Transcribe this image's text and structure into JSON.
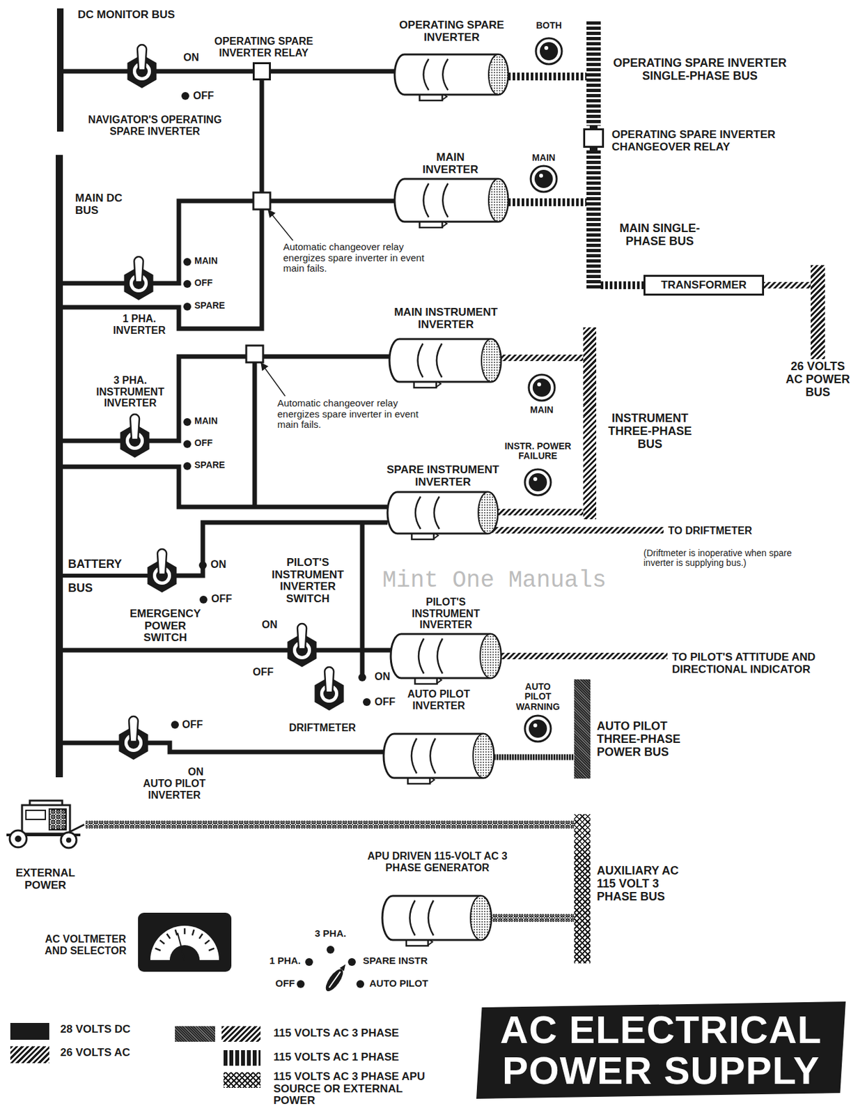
{
  "diagram": {
    "title": "AC ELECTRICAL POWER SUPPLY",
    "nodes": [
      {
        "text": [
          "DC MONITOR BUS"
        ]
      },
      {
        "text": [
          "MAIN DC BUS"
        ]
      },
      {
        "text": [
          "BATTERY",
          "BUS"
        ]
      },
      {
        "text": [
          "OPERATING SPARE INVERTER RELAY"
        ]
      },
      {
        "text": [
          "OPERATING SPARE INVERTER"
        ]
      },
      {
        "text": [
          "OPERATING SPARE INVERTER SINGLE-PHASE BUS"
        ]
      },
      {
        "text": [
          "OPERATING SPARE INVERTER CHANGEOVER RELAY"
        ]
      },
      {
        "text": [
          "MAIN INVERTER"
        ]
      },
      {
        "text": [
          "MAIN SINGLE-PHASE BUS"
        ]
      },
      {
        "text": [
          "TRANSFORMER"
        ]
      },
      {
        "text": [
          "26 VOLTS AC POWER BUS"
        ]
      },
      {
        "text": [
          "MAIN INSTRUMENT INVERTER"
        ]
      },
      {
        "text": [
          "INSTRUMENT THREE-PHASE BUS"
        ]
      },
      {
        "text": [
          "SPARE INSTRUMENT INVERTER"
        ]
      },
      {
        "text": [
          "PILOT'S INSTRUMENT INVERTER"
        ]
      },
      {
        "text": [
          "AUTO PILOT INVERTER"
        ]
      },
      {
        "text": [
          "AUTO PILOT THREE-PHASE POWER BUS"
        ]
      },
      {
        "text": [
          "EXTERNAL POWER"
        ]
      },
      {
        "text": [
          "AUXILIARY AC 115 VOLT 3 PHASE BUS"
        ]
      },
      {
        "text": [
          "APU DRIVEN 115-VOLT AC 3 PHASE GENERATOR"
        ]
      },
      {
        "text": [
          "AC VOLTMETER AND SELECTOR"
        ]
      }
    ],
    "edges": [
      {
        "from": 0,
        "to": 3,
        "arrow": "none"
      },
      {
        "from": 3,
        "to": 4,
        "arrow": "none"
      },
      {
        "from": 1,
        "to": 7,
        "arrow": "none"
      },
      {
        "from": 1,
        "to": 3,
        "arrow": "none"
      },
      {
        "from": 4,
        "to": 5,
        "arrow": "none"
      },
      {
        "from": 7,
        "to": 8,
        "arrow": "none"
      },
      {
        "from": 5,
        "to": 6,
        "arrow": "none"
      },
      {
        "from": 6,
        "to": 8,
        "arrow": "none"
      },
      {
        "from": 8,
        "to": 9,
        "arrow": "none"
      },
      {
        "from": 9,
        "to": 10,
        "arrow": "none"
      },
      {
        "from": 1,
        "to": 11,
        "arrow": "none"
      },
      {
        "from": 1,
        "to": 13,
        "arrow": "none"
      },
      {
        "from": 11,
        "to": 12,
        "arrow": "none"
      },
      {
        "from": 13,
        "to": 12,
        "arrow": "none"
      },
      {
        "from": 2,
        "to": 13,
        "arrow": "none"
      },
      {
        "from": 1,
        "to": 14,
        "arrow": "none"
      },
      {
        "from": 1,
        "to": 15,
        "arrow": "none"
      },
      {
        "from": 15,
        "to": 16,
        "arrow": "none"
      },
      {
        "from": 17,
        "to": 18,
        "arrow": "none"
      },
      {
        "from": 19,
        "to": 18,
        "arrow": "none"
      }
    ],
    "labels": [
      "ON",
      "OFF",
      "NAVIGATOR'S OPERATING SPARE INVERTER",
      "BOTH",
      "MAIN",
      "Automatic changeover relay energizes spare inverter in event main fails.",
      "MAIN",
      "OFF",
      "SPARE",
      "1 PHA. INVERTER",
      "3 PHA. INSTRUMENT INVERTER",
      "MAIN",
      "OFF",
      "SPARE",
      "Automatic changeover relay energizes spare inverter in event main fails.",
      "MAIN",
      "INSTR. POWER FAILURE",
      "TO DRIFTMETER",
      "(Driftmeter is inoperative when spare inverter is supplying bus.)",
      "ON",
      "OFF",
      "EMERGENCY POWER SWITCH",
      "PILOT'S INSTRUMENT INVERTER SWITCH",
      "ON",
      "OFF",
      "TO PILOT'S ATTITUDE AND DIRECTIONAL INDICATOR",
      "ON",
      "OFF",
      "DRIFTMETER",
      "AUTO PILOT WARNING",
      "OFF",
      "ON",
      "AUTO PILOT INVERTER",
      "3 PHA.",
      "1 PHA.",
      "OFF",
      "SPARE INSTR",
      "AUTO PILOT",
      "Mint One Manuals"
    ],
    "legend": [
      {
        "text": "28 VOLTS DC",
        "color": "#1a1a1a"
      },
      {
        "text": "26 VOLTS AC"
      },
      {
        "text": "115 VOLTS AC 3 PHASE"
      },
      {
        "text": "115 VOLTS AC 1 PHASE"
      },
      {
        "text": "115 VOLTS AC 3 PHASE APU SOURCE OR EXTERNAL POWER"
      }
    ]
  }
}
